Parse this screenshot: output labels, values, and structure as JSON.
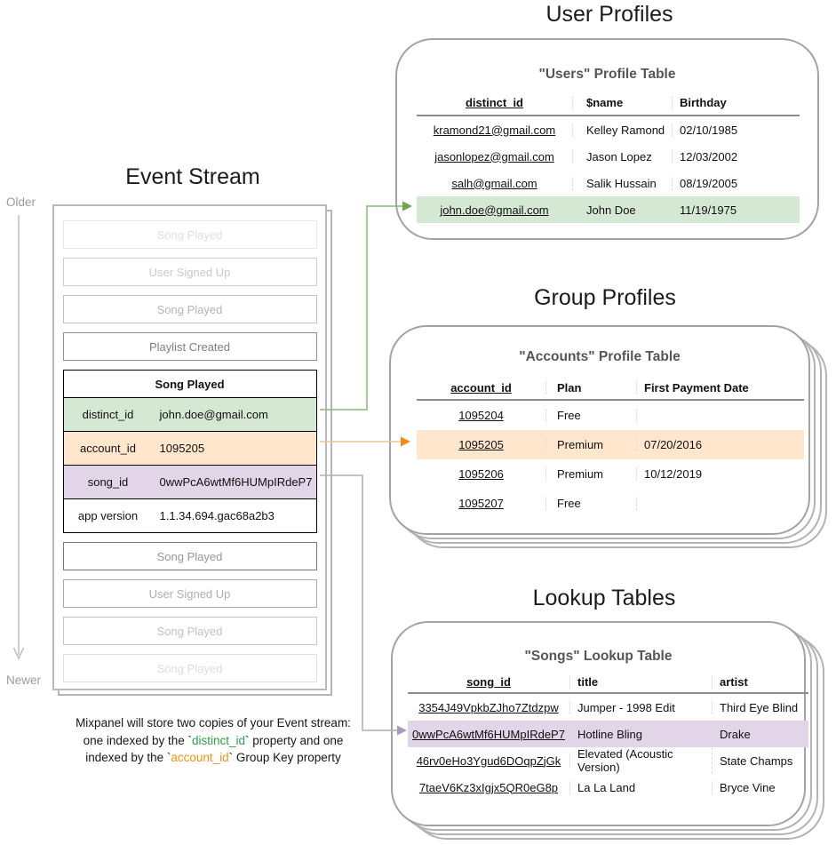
{
  "titles": {
    "event_stream": "Event Stream",
    "user_profiles": "User Profiles",
    "group_profiles": "Group Profiles",
    "lookup_tables": "Lookup Tables"
  },
  "timeline": {
    "older": "Older",
    "newer": "Newer"
  },
  "event_stream": {
    "events_above": [
      "Song Played",
      "User Signed Up",
      "Song Played",
      "Playlist Created"
    ],
    "expanded": {
      "title": "Song Played",
      "rows": [
        {
          "key": "distinct_id",
          "value": "john.doe@gmail.com",
          "highlight": "green"
        },
        {
          "key": "account_id",
          "value": "1095205",
          "highlight": "orange"
        },
        {
          "key": "song_id",
          "value": "0wwPcA6wtMf6HUMpIRdeP7",
          "highlight": "purple"
        },
        {
          "key": "app version",
          "value": "1.1.34.694.gac68a2b3",
          "highlight": "none"
        }
      ]
    },
    "events_below": [
      "Song Played",
      "User Signed Up",
      "Song Played",
      "Song Played"
    ]
  },
  "users_table": {
    "card_title": "\"Users\" Profile Table",
    "columns": [
      "distinct_id",
      "$name",
      "Birthday"
    ],
    "rows": [
      [
        "kramond21@gmail.com",
        "Kelley Ramond",
        "02/10/1985"
      ],
      [
        "jasonlopez@gmail.com",
        "Jason Lopez",
        "12/03/2002"
      ],
      [
        "salh@gmail.com",
        "Salik Hussain",
        "08/19/2005"
      ],
      [
        "john.doe@gmail.com",
        "John Doe",
        "11/19/1975"
      ]
    ],
    "highlighted_row_index": 3
  },
  "accounts_table": {
    "card_title": "\"Accounts\" Profile Table",
    "columns": [
      "account_id",
      "Plan",
      "First Payment Date"
    ],
    "rows": [
      [
        "1095204",
        "Free",
        ""
      ],
      [
        "1095205",
        "Premium",
        "07/20/2016"
      ],
      [
        "1095206",
        "Premium",
        "10/12/2019"
      ],
      [
        "1095207",
        "Free",
        ""
      ]
    ],
    "highlighted_row_index": 1
  },
  "songs_table": {
    "card_title": "\"Songs\" Lookup Table",
    "columns": [
      "song_id",
      "title",
      "artist"
    ],
    "rows": [
      [
        "3354J49VpkbZJho7Ztdzpw",
        "Jumper - 1998 Edit",
        "Third Eye Blind"
      ],
      [
        "0wwPcA6wtMf6HUMpIRdeP7",
        "Hotline Bling",
        "Drake"
      ],
      [
        "46rv0eHo3Ygud6DOqpZjGk",
        "Elevated (Acoustic Version)",
        "State Champs"
      ],
      [
        "7taeV6Kz3xIgjx5QR0eG8p",
        "La La Land",
        "Bryce Vine"
      ]
    ],
    "highlighted_row_index": 1
  },
  "caption": {
    "line1": "Mixpanel will store two copies of your Event stream:",
    "line2_pre": "one indexed by the `",
    "line2_key": "distinct_id",
    "line2_post": "` property and one",
    "line3_pre": "indexed by the `",
    "line3_key": "account_id",
    "line3_post": "` Group Key property"
  },
  "colors": {
    "green_highlight": "#d5e8d4",
    "orange_highlight": "#ffe6cc",
    "purple_highlight": "#e1d5e7",
    "green_arrow": "#82b366",
    "orange_arrow": "#f18b1e",
    "purple_arrow": "#a99bb8",
    "caption_green": "#2e9e49",
    "caption_orange": "#f2930d"
  }
}
